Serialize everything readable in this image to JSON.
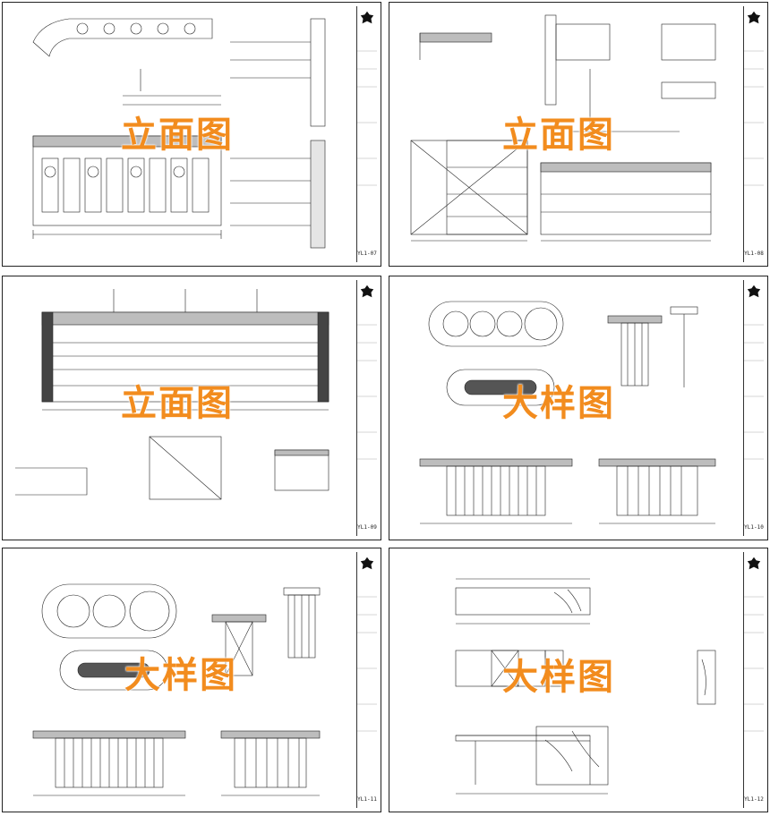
{
  "sheets": [
    {
      "overlay_text": "立面图",
      "code": "YL1-07"
    },
    {
      "overlay_text": "立面图",
      "code": "YL1-08"
    },
    {
      "overlay_text": "立面图",
      "code": "YL1-09"
    },
    {
      "overlay_text": "大样图",
      "code": "YL1-10"
    },
    {
      "overlay_text": "大样图",
      "code": "YL1-11"
    },
    {
      "overlay_text": "大样图",
      "code": "YL1-12"
    }
  ],
  "colors": {
    "overlay": "#f28c1e",
    "line": "#222222",
    "fill": "#bdbdbd"
  },
  "icons": {
    "title_logo": "flower-logo-icon"
  }
}
